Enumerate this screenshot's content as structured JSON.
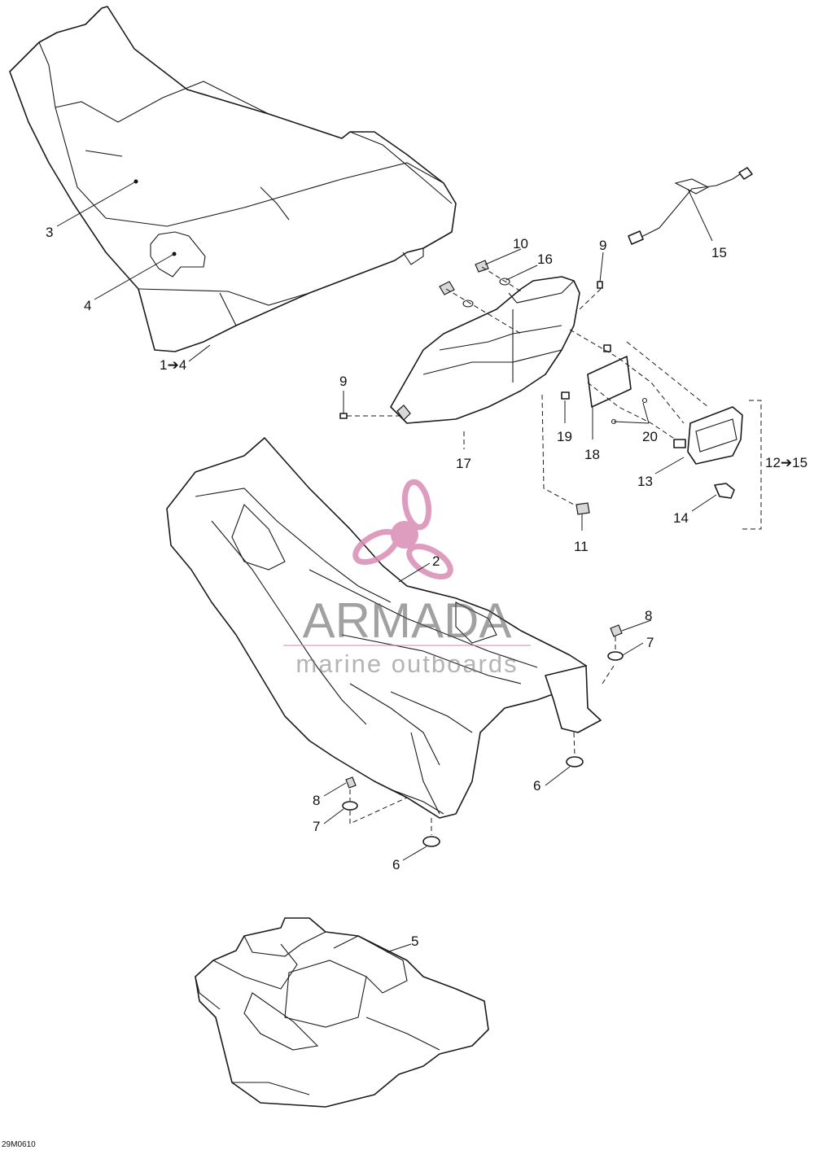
{
  "drawing_code": "29M0610",
  "watermark": {
    "brand": "ARMADA",
    "tagline": "marine outboards",
    "color": "#d98bb5"
  },
  "callouts": {
    "c3": "3",
    "c4": "4",
    "c1to4": "1➔4",
    "c10": "10",
    "c16": "16",
    "c9a": "9",
    "c15": "15",
    "c9b": "9",
    "c17": "17",
    "c19": "19",
    "c18": "18",
    "c20": "20",
    "c12to15": "12➔15",
    "c13": "13",
    "c14": "14",
    "c11": "11",
    "c2": "2",
    "c8a": "8",
    "c7a": "7",
    "c6a": "6",
    "c8b": "8",
    "c7b": "7",
    "c6b": "6",
    "c5": "5"
  }
}
